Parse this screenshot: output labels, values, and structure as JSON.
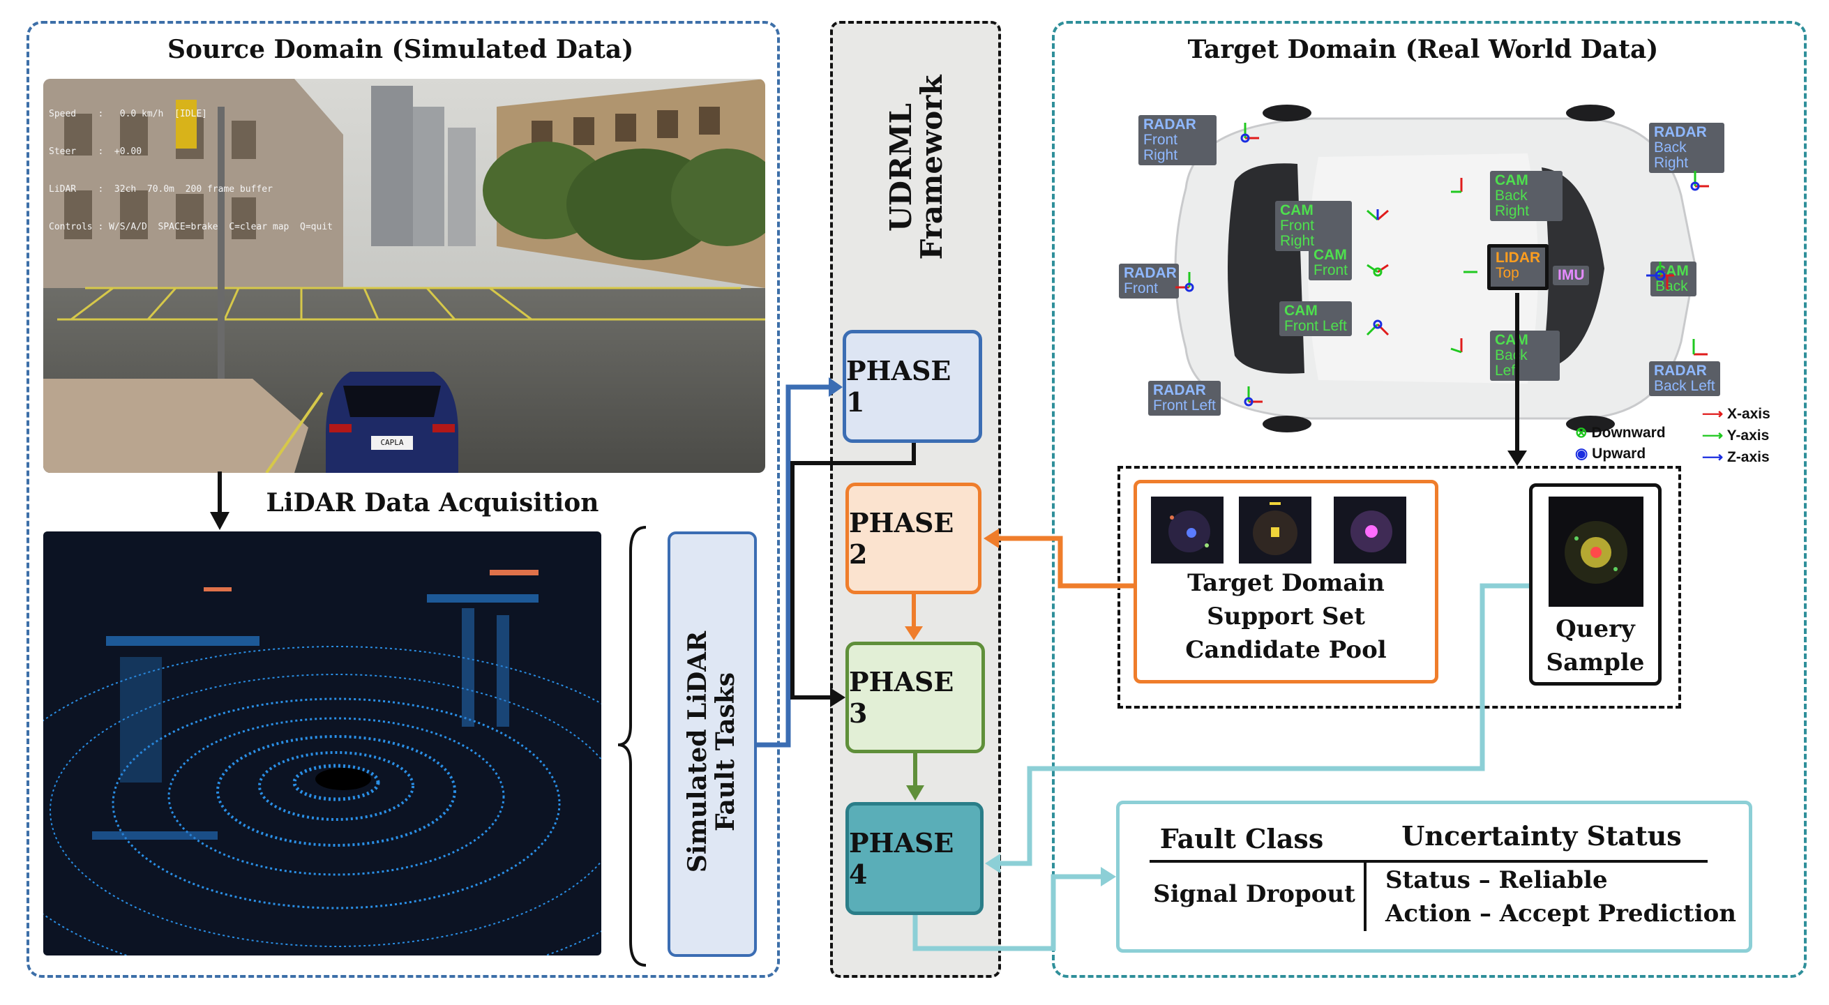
{
  "source_domain": {
    "title": "Source Domain (Simulated Data)",
    "sim_hud": [
      "Speed    :   0.0 km/h  [IDLE]",
      "Steer    :  +0.00",
      "LiDAR    :  32ch  70.0m  200 frame buffer",
      "Controls : W/S/A/D  SPACE=brake  C=clear map  Q=quit"
    ],
    "sim_plate": "CAPLA",
    "acquisition_label": "LiDAR Data Acquisition",
    "fault_tasks_label": [
      "Simulated LiDAR",
      "Fault Tasks"
    ]
  },
  "framework": {
    "title": [
      "UDRML",
      "Framework"
    ],
    "phases": [
      "PHASE 1",
      "PHASE 2",
      "PHASE 3",
      "PHASE 4"
    ]
  },
  "target_domain": {
    "title": "Target Domain (Real World Data)",
    "sensors": {
      "radar_front_right": [
        "RADAR",
        "Front Right"
      ],
      "radar_back_right": [
        "RADAR",
        "Back Right"
      ],
      "cam_front_right": [
        "CAM",
        "Front Right"
      ],
      "cam_back_right": [
        "CAM",
        "Back Right"
      ],
      "radar_front": [
        "RADAR",
        "Front"
      ],
      "cam_front": [
        "CAM",
        "Front"
      ],
      "lidar_top": [
        "LIDAR",
        "Top"
      ],
      "imu": "IMU",
      "cam_back": [
        "CAM",
        "Back"
      ],
      "cam_front_left": [
        "CAM",
        "Front Left"
      ],
      "cam_back_left": [
        "CAM",
        "Back Left"
      ],
      "radar_front_left": [
        "RADAR",
        "Front Left"
      ],
      "radar_back_left": [
        "RADAR",
        "Back Left"
      ]
    },
    "axis_legend": [
      {
        "label": "X-axis",
        "color": "#e01b1b"
      },
      {
        "label": "Y-axis",
        "color": "#1fc81f"
      },
      {
        "label": "Z-axis",
        "color": "#1a2de0"
      }
    ],
    "direction_legend": [
      "Downward",
      "Upward"
    ],
    "support_set_label": [
      "Target Domain",
      "Support Set",
      "Candidate Pool"
    ],
    "query_label": [
      "Query",
      "Sample"
    ]
  },
  "output": {
    "col1_header": "Fault Class",
    "col2_header": "Uncertainty Status",
    "fault_class": "Signal Dropout",
    "status": "Status – Reliable",
    "action": "Action – Accept Prediction"
  },
  "colors": {
    "blue_dashed": "#3d6fa8",
    "teal_dashed": "#2f8f9a",
    "phase1_fill": "#dde5f3",
    "phase1_border": "#3b6db3",
    "phase2_fill": "#fbe3cf",
    "phase2_border": "#ef7d2b",
    "phase3_fill": "#e2efd6",
    "phase3_border": "#5f8f3a",
    "phase4_fill": "#5aaeb8",
    "phase4_border": "#2a7d88",
    "framework_fill": "#e8e8e6",
    "output_border": "#8ccfd6"
  }
}
